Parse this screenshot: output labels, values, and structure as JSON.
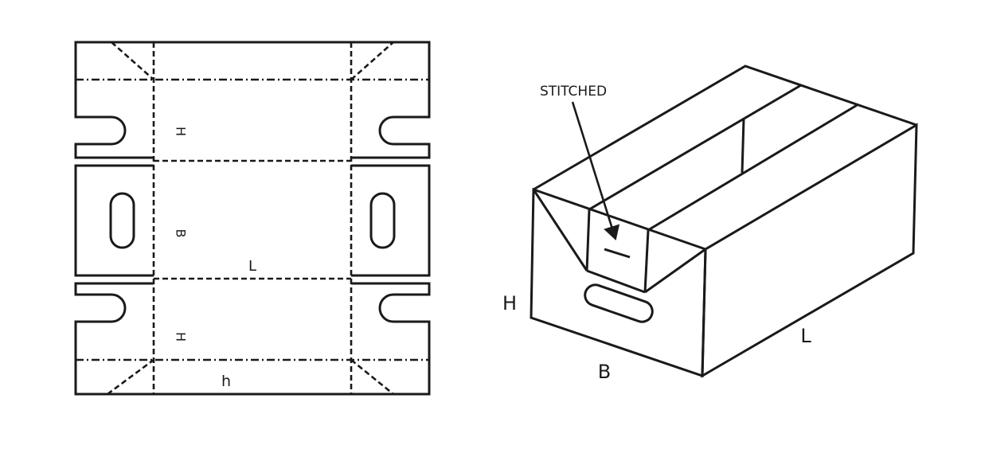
{
  "colors": {
    "line": "#1a1a1a",
    "background": "#ffffff"
  },
  "flat_layout": {
    "label_h_top": "H",
    "label_b": "B",
    "label_l": "L",
    "label_h_bottom": "H",
    "label_h_small": "h"
  },
  "box_3d": {
    "label_stitched": "STITCHED",
    "label_h": "H",
    "label_b": "B",
    "label_l": "L"
  }
}
